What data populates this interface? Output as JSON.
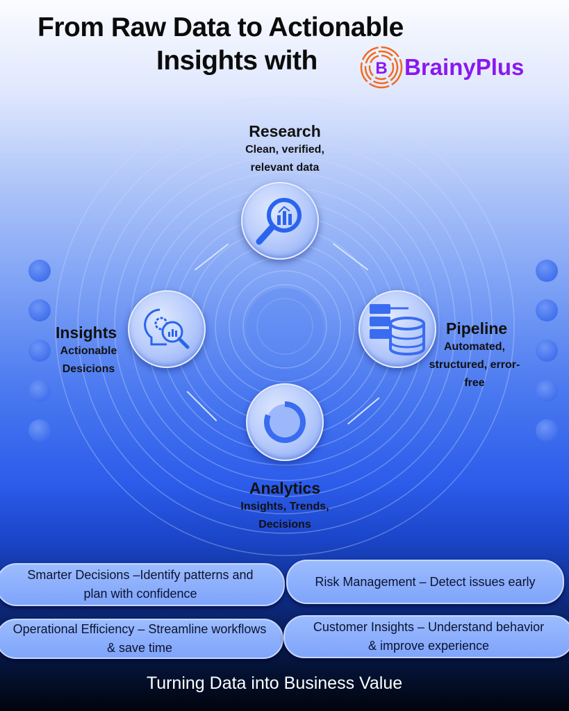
{
  "header": {
    "title_line1": "From Raw Data to Actionable",
    "title_line2": "Insights with",
    "brand": "BrainyPlus",
    "brand_color": "#8a18ee",
    "logo_color": "#f06a20"
  },
  "nodes": {
    "research": {
      "title": "Research",
      "line1": "Clean, verified,",
      "line2": "relevant data",
      "icon": "magnifier-chart-icon"
    },
    "pipeline": {
      "title": "Pipeline",
      "line1": "Automated,",
      "line2": "structured, error-",
      "line3": "free",
      "icon": "database-server-icon"
    },
    "analytics": {
      "title": "Analytics",
      "line1": "Insights, Trends,",
      "line2": "Decisions",
      "icon": "pie-chart-icon"
    },
    "insights": {
      "title": "Insights",
      "line1": "Actionable",
      "line2": "Desicions",
      "icon": "lightbulb-gear-icon"
    }
  },
  "benefits": [
    {
      "line1": "Smarter Decisions –Identify patterns and",
      "line2": "plan with confidence"
    },
    {
      "line1": "Risk Management – Detect issues early"
    },
    {
      "line1": "Operational Efficiency – Streamline workflows",
      "line2": "& save time"
    },
    {
      "line1": "Customer Insights – Understand behavior",
      "line2": "& improve experience"
    }
  ],
  "footer": {
    "tagline": "Turning Data into Business Value"
  }
}
